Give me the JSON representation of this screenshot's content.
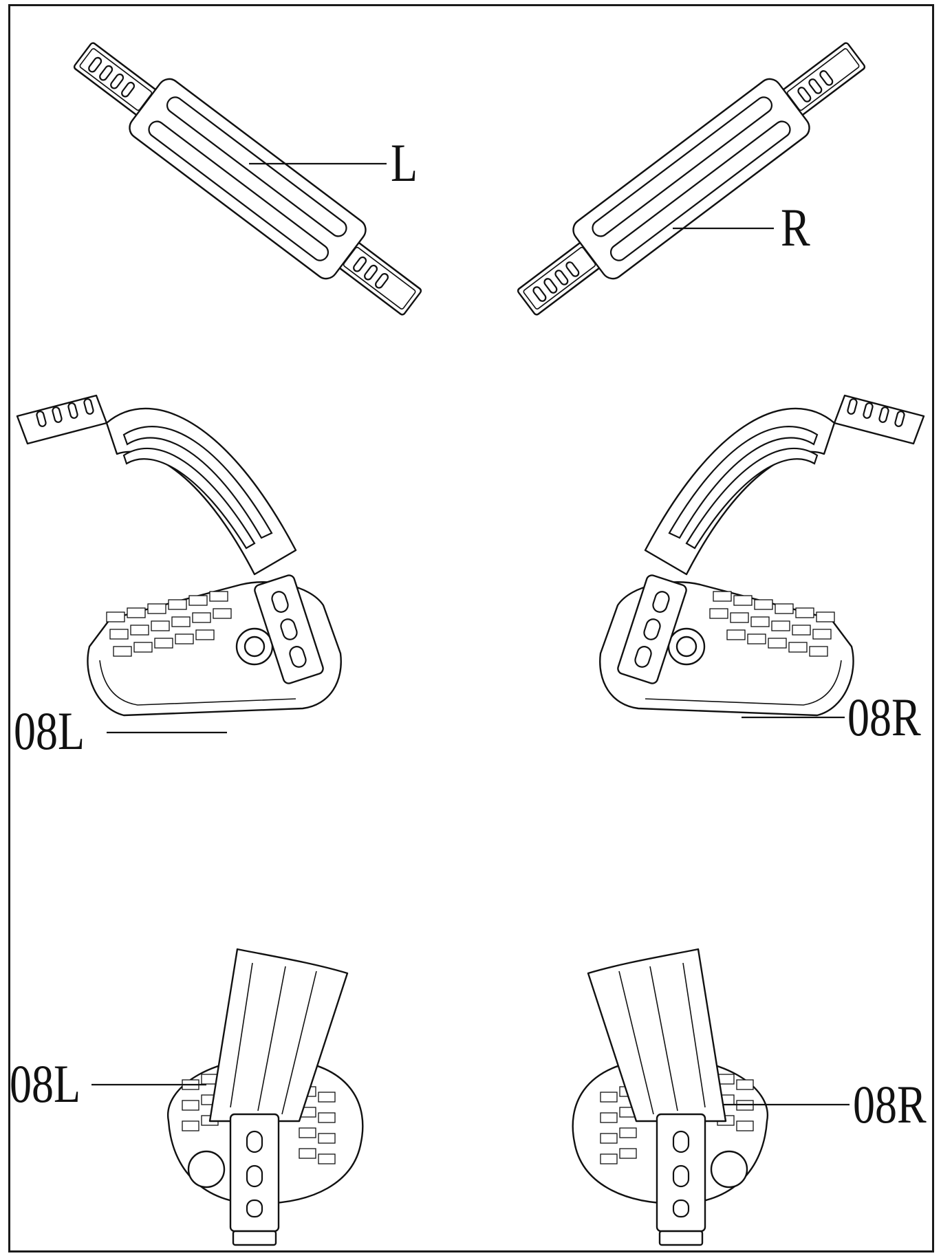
{
  "figure": {
    "strap_left_label": "L",
    "strap_right_label": "R",
    "pedal_side_left_label": "08L",
    "pedal_side_right_label": "08R",
    "pedal_front_left_label": "08L",
    "pedal_front_right_label": "08R"
  }
}
